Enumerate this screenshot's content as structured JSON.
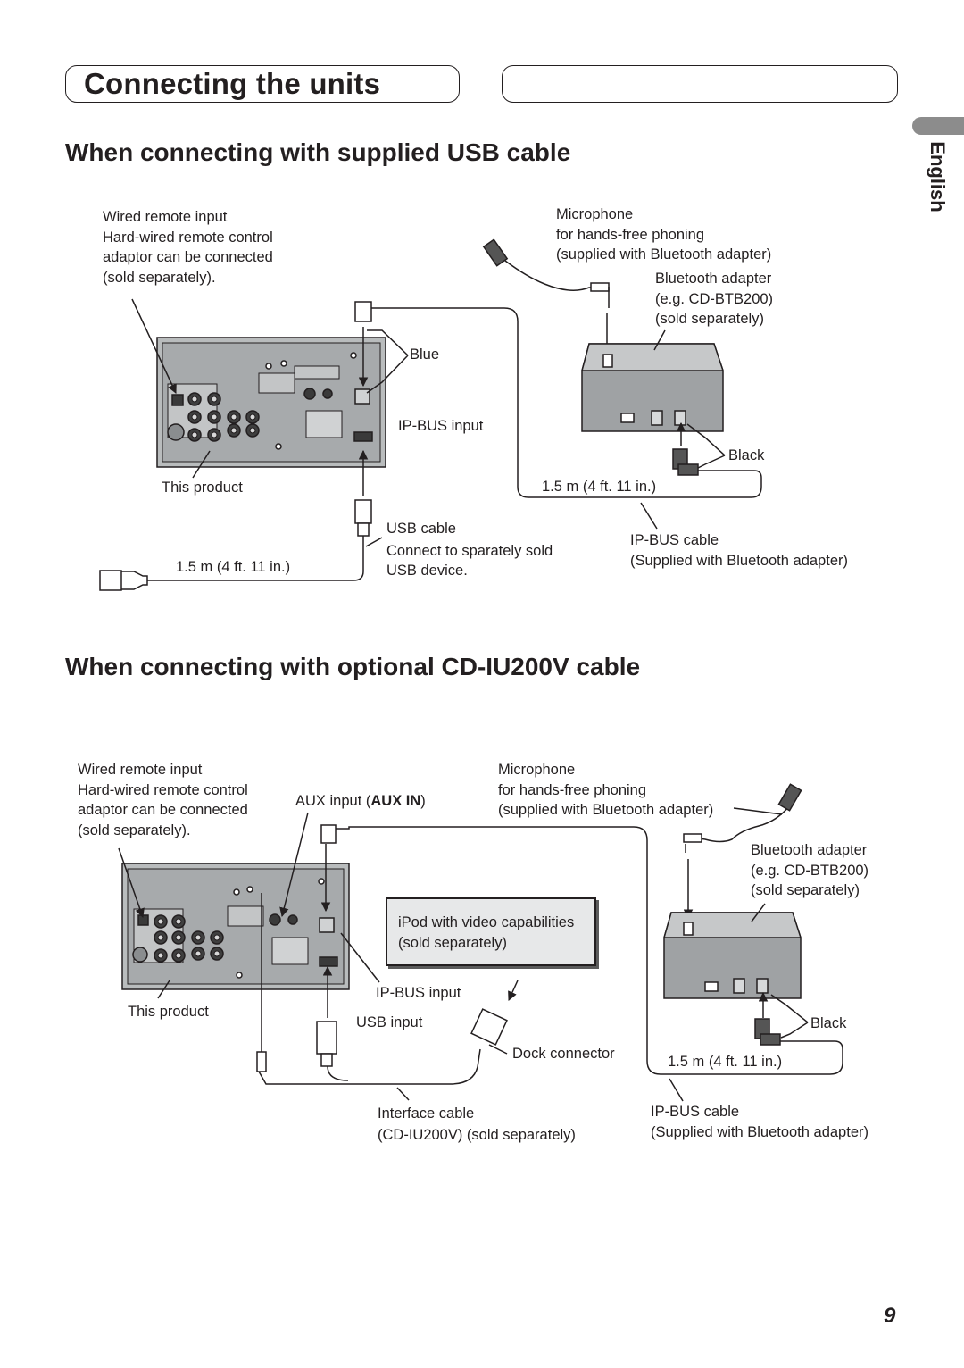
{
  "page": {
    "title": "Connecting the units",
    "language_tab": "English",
    "page_number": "9"
  },
  "section1": {
    "heading": "When connecting with supplied USB cable",
    "labels": {
      "wired_remote": [
        "Wired remote input",
        "Hard-wired remote control",
        "adaptor can be connected",
        "(sold separately)."
      ],
      "microphone": [
        "Microphone",
        "for hands-free phoning",
        "(supplied with Bluetooth adapter)"
      ],
      "bt_adapter": [
        "Bluetooth adapter",
        "(e.g. CD-BTB200)",
        "(sold separately)"
      ],
      "blue": "Blue",
      "ipbus_input": "IP-BUS input",
      "black": "Black",
      "this_product": "This product",
      "length_right": "1.5 m (4 ft. 11 in.)",
      "usb_cable": [
        "USB cable",
        "Connect to sparately sold",
        "USB device."
      ],
      "ipbus_cable": [
        "IP-BUS cable",
        "(Supplied with Bluetooth adapter)"
      ],
      "length_left": "1.5 m (4 ft. 11 in.)"
    }
  },
  "section2": {
    "heading": "When connecting with optional CD-IU200V cable",
    "labels": {
      "wired_remote": [
        "Wired remote input",
        "Hard-wired remote control",
        "adaptor can be connected",
        "(sold separately)."
      ],
      "aux_input_prefix": "AUX input (",
      "aux_input_bold": "AUX IN",
      "aux_input_suffix": ")",
      "microphone": [
        "Microphone",
        "for hands-free phoning",
        "(supplied with Bluetooth adapter)"
      ],
      "bt_adapter": [
        "Bluetooth adapter",
        "(e.g. CD-BTB200)",
        "(sold separately)"
      ],
      "ipod": [
        "iPod with video capabilities",
        "(sold separately)"
      ],
      "ipbus_input": "IP-BUS input",
      "usb_input": "USB input",
      "this_product": "This product",
      "black": "Black",
      "dock_connector": "Dock connector",
      "length": "1.5 m (4 ft. 11 in.)",
      "interface_cable": [
        "Interface cable",
        "(CD-IU200V) (sold separately)"
      ],
      "ipbus_cable": [
        "IP-BUS cable",
        "(Supplied with Bluetooth adapter)"
      ]
    }
  }
}
